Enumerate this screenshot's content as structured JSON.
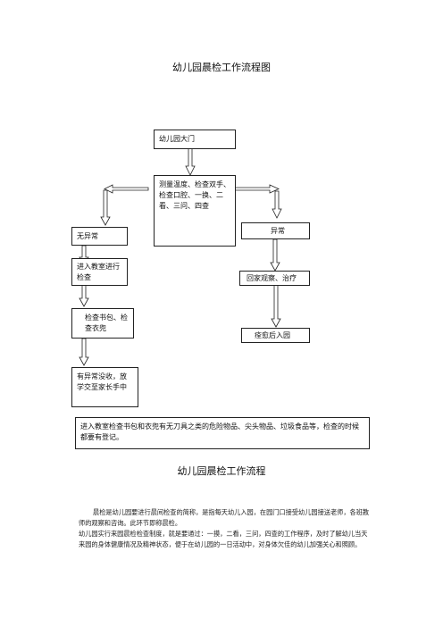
{
  "page": {
    "title": "幼儿园晨检工作流程图",
    "subtitle": "幼儿园晨检工作流程"
  },
  "diagram": {
    "gate": "幼儿园大门",
    "check": "测量温度、检查双手、检查口腔、一换、二看、三问、四查",
    "normal": "无异常",
    "enter_class": "进入教室进行检查",
    "check_bag": "检查书包、检查衣兜",
    "confiscate": "有异常没收，放学交至家长手中",
    "abnormal": "异常",
    "go_home": "回家观察、治疗",
    "recovered": "痊愈后入园",
    "note": "进入教室检查书包和衣兜有无刀具之类的危险物品、尖头物品、垃圾食品等，检查的时候都要有登记。"
  },
  "text": {
    "para1": "晨检是幼儿园要进行晨间检查的简称，是指每天幼儿入园，在园门口接受幼儿园接送老师，各班教师的观察和咨询。此环节即称晨检。",
    "para2": "幼儿园实行来园晨检检查制度，就是要通过：一摸，二看，三问，四查的工作程序，及时了解幼儿当天来园的身体健康情况及精神状态，便于在幼儿园的一日活动中，对身体欠佳的幼儿加强关心和照顾。"
  }
}
